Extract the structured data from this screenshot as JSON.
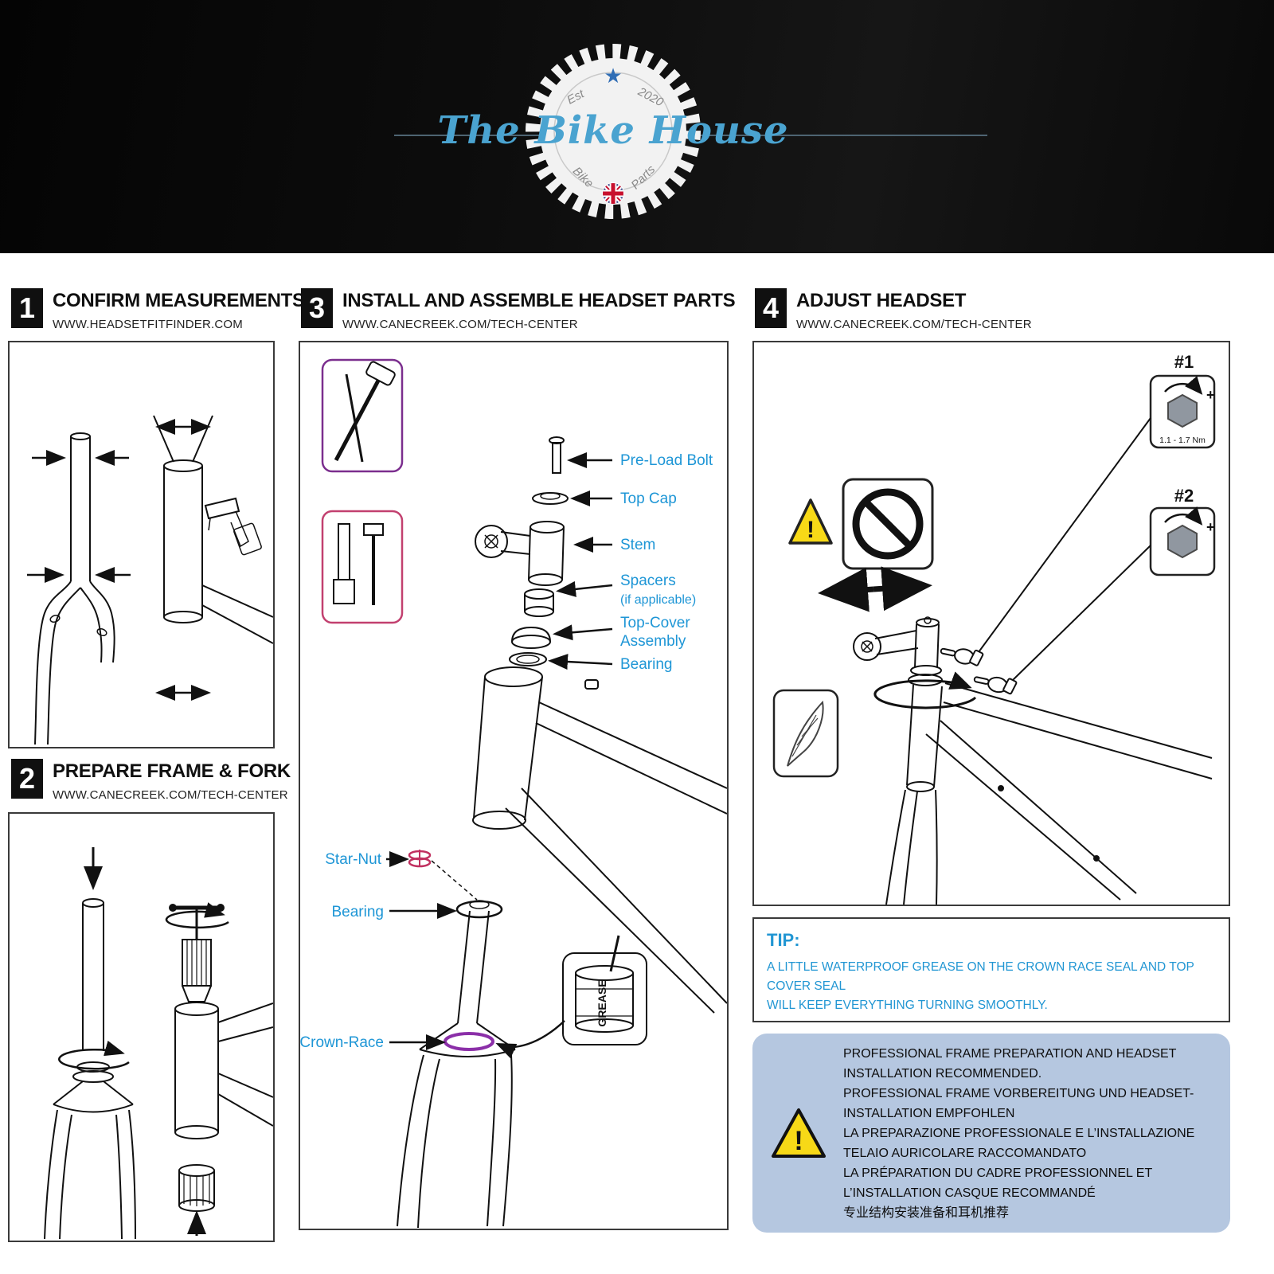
{
  "banner": {
    "title": "The Bike House",
    "est": "Est",
    "year": "2020",
    "star": "★",
    "bike": "Bike",
    "parts": "Parts"
  },
  "steps": [
    {
      "number": "1",
      "title": "CONFIRM MEASUREMENTS",
      "url": "WWW.HEADSETFITFINDER.COM"
    },
    {
      "number": "2",
      "title": "PREPARE FRAME & FORK",
      "url": "WWW.CANECREEK.COM/TECH-CENTER"
    },
    {
      "number": "3",
      "title": "INSTALL AND ASSEMBLE HEADSET PARTS",
      "url": "WWW.CANECREEK.COM/TECH-CENTER"
    },
    {
      "number": "4",
      "title": "ADJUST HEADSET",
      "url": "WWW.CANECREEK.COM/TECH-CENTER"
    }
  ],
  "step3": {
    "labels": {
      "preload": "Pre-Load Bolt",
      "topcap": "Top Cap",
      "stem": "Stem",
      "spacers": "Spacers",
      "spacers_note": "(if applicable)",
      "topcover1": "Top-Cover",
      "topcover2": "Assembly",
      "bearing_upper": "Bearing",
      "star_nut": "Star-Nut",
      "bearing_lower": "Bearing",
      "crown_race": "Crown-Race",
      "grease": "GREASE"
    }
  },
  "step4": {
    "tool1": "#1",
    "tool1_plus": "+",
    "tool1_torque": "1.1 - 1.7 Nm",
    "tool2": "#2",
    "tool2_plus": "+",
    "warning_mark": "!"
  },
  "tip": {
    "title": "TIP:",
    "line1": "A LITTLE WATERPROOF GREASE ON THE CROWN RACE SEAL AND TOP COVER SEAL",
    "line2": "WILL KEEP EVERYTHING TURNING SMOOTHLY."
  },
  "notice": {
    "warning_mark": "!",
    "lines": [
      "PROFESSIONAL FRAME PREPARATION AND HEADSET",
      "INSTALLATION RECOMMENDED.",
      "PROFESSIONAL FRAME VORBEREITUNG UND HEADSET-",
      "INSTALLATION EMPFOHLEN",
      "LA PREPARAZIONE PROFESSIONALE E L’INSTALLAZIONE",
      "TELAIO AURICOLARE RACCOMANDATO",
      "LA PRÉPARATION DU CADRE PROFESSIONNEL ET",
      "L’INSTALLATION CASQUE RECOMMANDÉ",
      "专业结构安装准备和耳机推荐"
    ]
  },
  "colors": {
    "accent_blue": "#2196d3",
    "label_blue": "#1e96d6",
    "notice_bg": "#b5c7e0",
    "tool_box_purple": "#7b2e8e",
    "tool_box_pink": "#c2406f",
    "star_nut_red": "#c13060",
    "crown_race_purple": "#8b2fa8",
    "warning_yellow": "#f7d917",
    "logo_blue": "#4aa3d0"
  }
}
